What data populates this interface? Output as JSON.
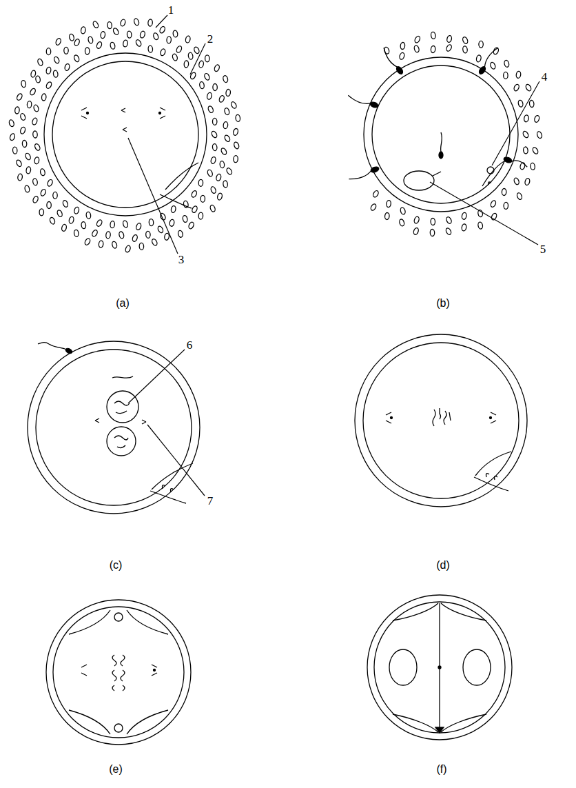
{
  "diagram": {
    "labels": [
      "1",
      "2",
      "3",
      "4",
      "5",
      "6",
      "7",
      "(a)",
      "(b)",
      "(c)",
      "(d)",
      "(e)",
      "(f)"
    ]
  }
}
